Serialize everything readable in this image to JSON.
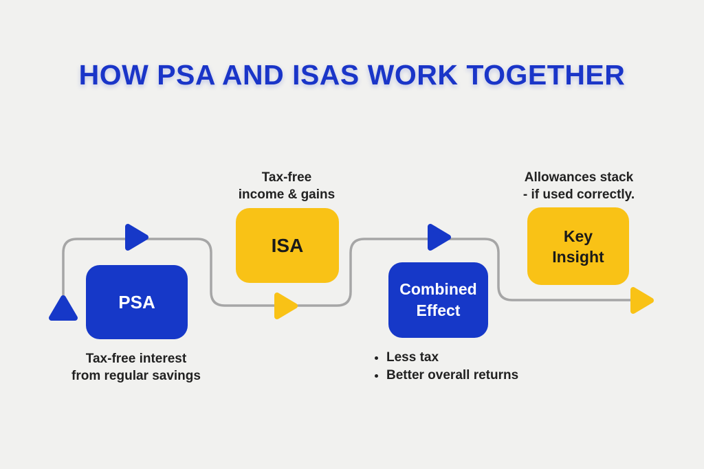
{
  "title": {
    "text": "HOW PSA AND ISAS WORK TOGETHER"
  },
  "colors": {
    "background": "#F1F1EF",
    "blue": "#1638C8",
    "yellow": "#F9C216",
    "title_blue": "#1A35C8",
    "line_gray": "#A6A6A6",
    "dark_text": "#212121",
    "white": "#FFFFFF"
  },
  "flow": {
    "steps": [
      {
        "id": "psa",
        "label": "PSA",
        "box_color": "blue",
        "note_position": "below",
        "note_lines": [
          "Tax-free interest",
          "from regular savings"
        ]
      },
      {
        "id": "isa",
        "label": "ISA",
        "box_color": "yellow",
        "note_position": "above",
        "note_lines": [
          "Tax-free",
          "income & gains"
        ]
      },
      {
        "id": "combined-effect",
        "label_lines": [
          "Combined",
          "Effect"
        ],
        "box_color": "blue",
        "note_position": "below",
        "bullets": [
          "Less tax",
          "Better overall returns"
        ]
      },
      {
        "id": "key-insight",
        "label_lines": [
          "Key",
          "Insight"
        ],
        "box_color": "yellow",
        "note_position": "above",
        "note_lines": [
          "Allowances stack",
          "- if used correctly."
        ]
      }
    ],
    "arrows": {
      "start_icon": "arrow-up-icon",
      "along_path_icons": [
        "arrow-right-icon",
        "arrow-right-icon",
        "arrow-right-icon"
      ],
      "end_icon": "arrow-right-icon",
      "arrow_colors": [
        "blue",
        "blue",
        "yellow",
        "blue",
        "yellow"
      ]
    }
  }
}
